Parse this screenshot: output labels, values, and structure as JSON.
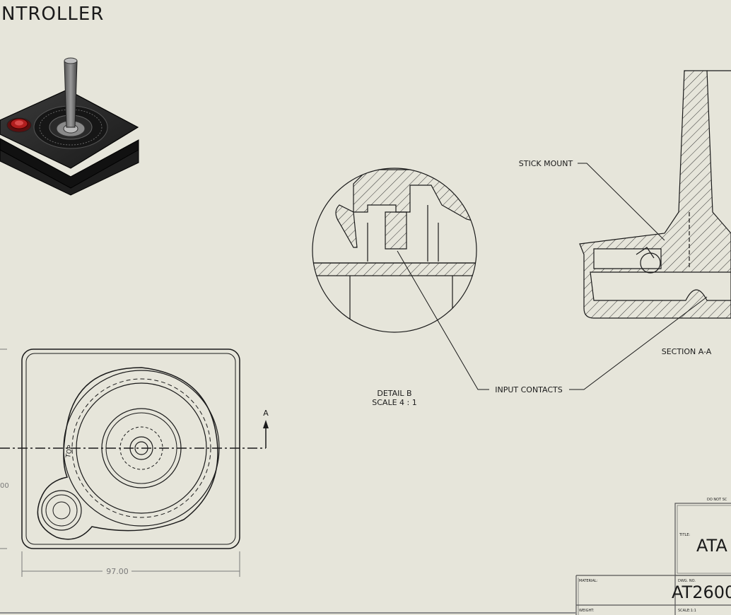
{
  "sheet_title": "NTROLLER",
  "section_view": {
    "label": "SECTION A-A",
    "callouts": [
      "STICK MOUNT",
      "INPUT CONTACTS"
    ]
  },
  "detail_view": {
    "label": "DETAIL B",
    "scale": "SCALE 4 : 1"
  },
  "top_view": {
    "section_marker": "A",
    "width_dimension": "97.00",
    "height_dimension_partial": "00",
    "rim_text": "TOP"
  },
  "title_block": {
    "do_not_scale_label": "DO NOT SC",
    "title_field_label": "TITLE:",
    "title_value": "ATA",
    "material_label": "MATERIAL:",
    "dwg_no_label": "DWG. NO.",
    "dwg_no_value": "AT2600",
    "weight_label": "WEIGHT:",
    "scale_label": "SCALE:1:1"
  },
  "colors": {
    "background": "#e6e5da",
    "line": "#1a1a1a",
    "dimension": "#7a7a7a",
    "button_red": "#b01e1e"
  }
}
